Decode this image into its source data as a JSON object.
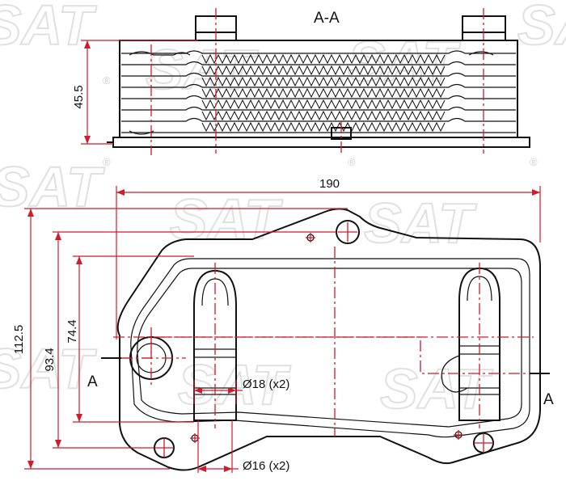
{
  "section_view": {
    "title": "A-A",
    "height_label": "45.5"
  },
  "plan_view": {
    "width_label": "190",
    "overall_height_label": "112.5",
    "mid_height_label": "93.4",
    "inner_height_label": "74.4",
    "section_marker_left": "A",
    "section_marker_right": "A",
    "tube_large_label": "Ø18 (x2)",
    "tube_small_label": "Ø16 (x2)"
  },
  "watermark": {
    "text": "SAT",
    "registered_mark": "®",
    "brand_color": "#d6d6d6"
  },
  "colors": {
    "dimension": "#d11a2a",
    "outline": "#111111"
  }
}
